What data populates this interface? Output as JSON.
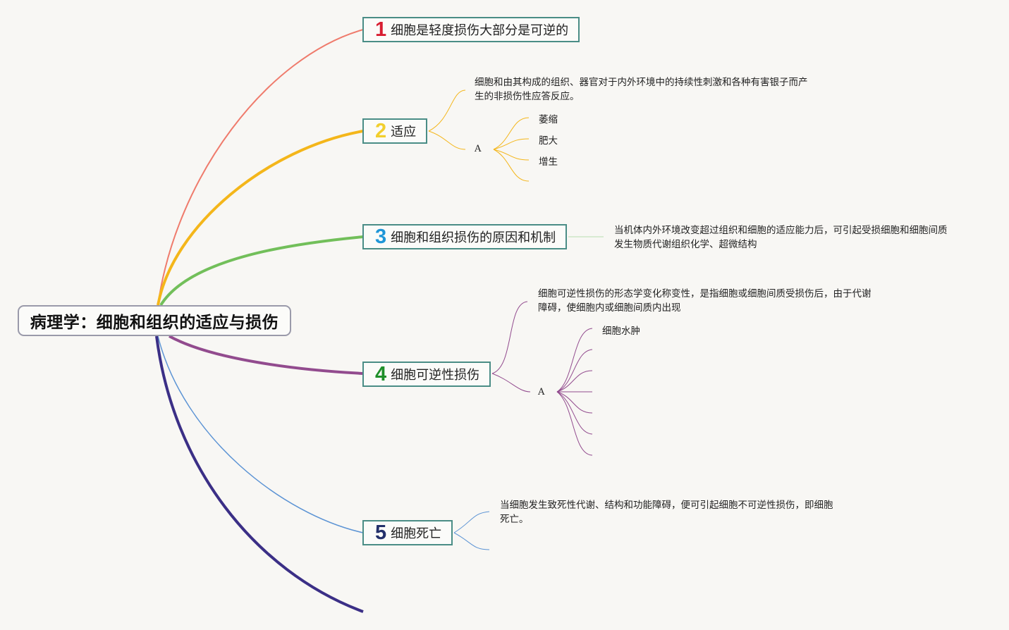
{
  "root": {
    "title": "病理学：细胞和组织的适应与损伤"
  },
  "topics": [
    {
      "num": "1",
      "label": "细胞是轻度损伤大部分是可逆的",
      "color": "#d81e32",
      "branch_color": "#ef7b6c"
    },
    {
      "num": "2",
      "label": "适应",
      "color": "#f2cf2e",
      "branch_color": "#f4b61a"
    },
    {
      "num": "3",
      "label": "细胞和组织损伤的原因和机制",
      "color": "#1f96d8",
      "branch_color": "#72bf5a"
    },
    {
      "num": "4",
      "label": "细胞可逆性损伤",
      "color": "#1f8f2a",
      "branch_color": "#924b8e"
    },
    {
      "num": "5",
      "label": "细胞死亡",
      "color": "#23306b",
      "branch_color": "#5b93d4"
    }
  ],
  "extra_branch_color": "#3b2f86",
  "adaptation": {
    "definition": [
      "细胞和由其构成的组织、器官对于内外环境中的持续性刺激和各种有害银子而产",
      "生的非损伤性应答反应。"
    ],
    "a_label": "A",
    "types": [
      "萎缩",
      "肥大",
      "增生"
    ]
  },
  "causes": {
    "definition": [
      "当机体内外环境改变超过组织和细胞的适应能力后，可引起受损细胞和细胞间质",
      "发生物质代谢组织化学、超微结构"
    ]
  },
  "reversible": {
    "definition": [
      "细胞可逆性损伤的形态学变化称变性，是指细胞或细胞间质受损伤后，由于代谢",
      "障碍，使细胞内或细胞间质内出现"
    ],
    "a_label": "A",
    "types": [
      "细胞水肿"
    ]
  },
  "death": {
    "definition": [
      "当细胞发生致死性代谢、结构和功能障碍，便可引起细胞不可逆性损伤，即细胞",
      "死亡。"
    ]
  }
}
